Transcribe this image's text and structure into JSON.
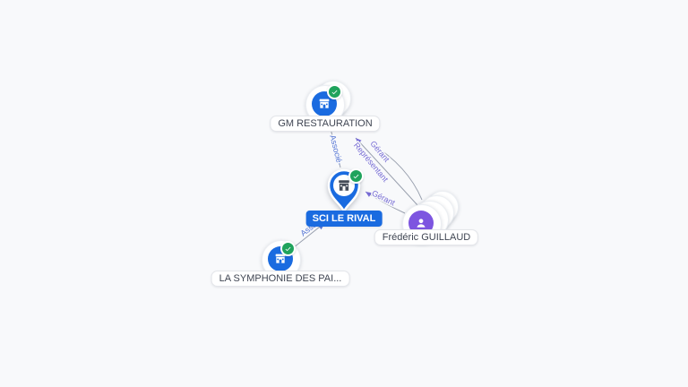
{
  "canvas": {
    "background": "#f8f9fb"
  },
  "colors": {
    "company_blue": "#1a6be0",
    "person_purple": "#7d55e0",
    "verified_green": "#1fa35c",
    "edge_line_gray": "#9aa1af",
    "edge_label_blue": "#5374d4",
    "edge_label_purple": "#766bd4"
  },
  "graph": {
    "nodes": [
      {
        "id": "gm-restauration",
        "label": "GM RESTAURATION",
        "type": "company",
        "verified": true
      },
      {
        "id": "sci-le-rival",
        "label": "SCI LE RIVAL",
        "type": "company",
        "verified": true,
        "focused": true
      },
      {
        "id": "frederic-guillaud",
        "label": "Frédéric GUILLAUD",
        "type": "person",
        "verified": false
      },
      {
        "id": "la-symphonie-des-pai",
        "label": "LA SYMPHONIE DES PAI...",
        "type": "company",
        "verified": true
      }
    ],
    "edges": [
      {
        "from": "gm-restauration",
        "to": "sci-le-rival",
        "label": "Associé"
      },
      {
        "from": "la-symphonie-des-pai",
        "to": "sci-le-rival",
        "label": "Associé"
      },
      {
        "from": "frederic-guillaud",
        "to": "sci-le-rival",
        "label": "Gérant"
      },
      {
        "from": "frederic-guillaud",
        "to": "gm-restauration",
        "label": "Représentant"
      },
      {
        "from": "frederic-guillaud",
        "to": "gm-restauration",
        "label": "Gérant"
      }
    ]
  }
}
